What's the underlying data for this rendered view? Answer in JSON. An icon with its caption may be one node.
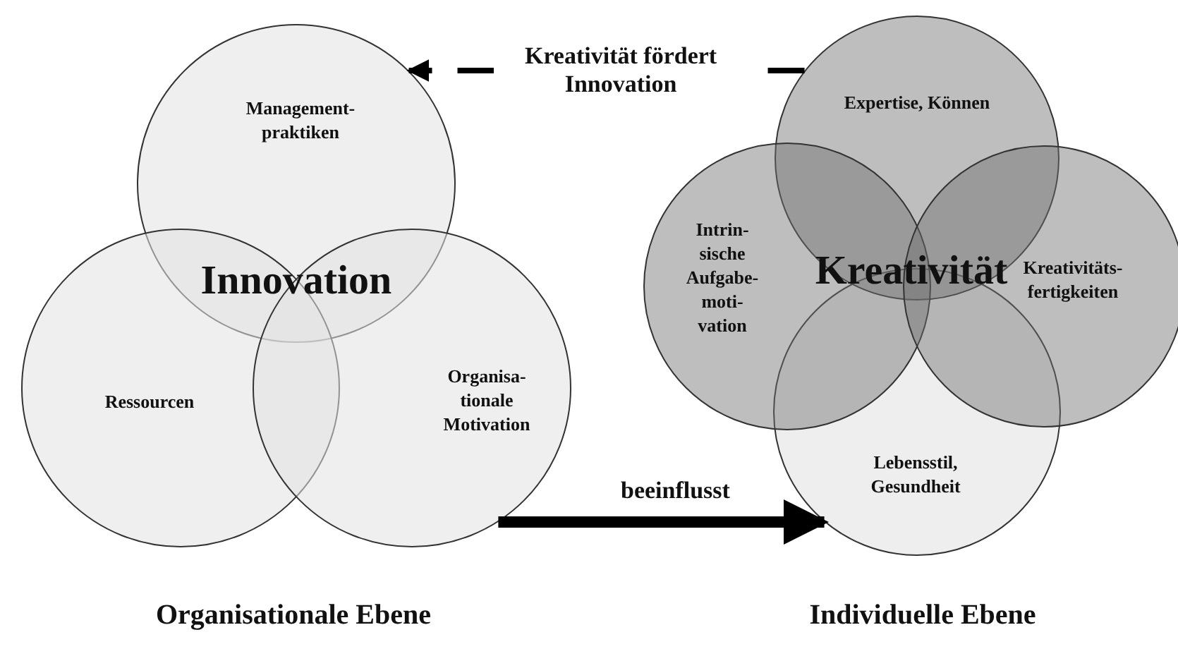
{
  "diagram": {
    "nodes": [
      {
        "text": [
          "Management- praktiken"
        ]
      },
      {
        "text": [
          "Ressourcen"
        ]
      },
      {
        "text": [
          "Organisa- tionale Motivation"
        ]
      },
      {
        "text": [
          "Expertise, Können"
        ]
      },
      {
        "text": [
          "Intrin- sische Aufgabe- moti- vation"
        ]
      },
      {
        "text": [
          "Kreativitäts- fertigkeiten"
        ]
      },
      {
        "text": [
          "Lebensstil, Gesundheit"
        ]
      }
    ],
    "edges": [
      {
        "from": 3,
        "to": 0,
        "arrow": "to",
        "label": "Kreativität fördert Innovation",
        "style": "dashed"
      },
      {
        "from": 2,
        "to": 6,
        "arrow": "to",
        "label": "beeinflusst",
        "style": "thick"
      }
    ],
    "labels": [
      "Innovation",
      "Kreativität",
      "Organisationale Ebene",
      "Individuelle Ebene"
    ]
  }
}
